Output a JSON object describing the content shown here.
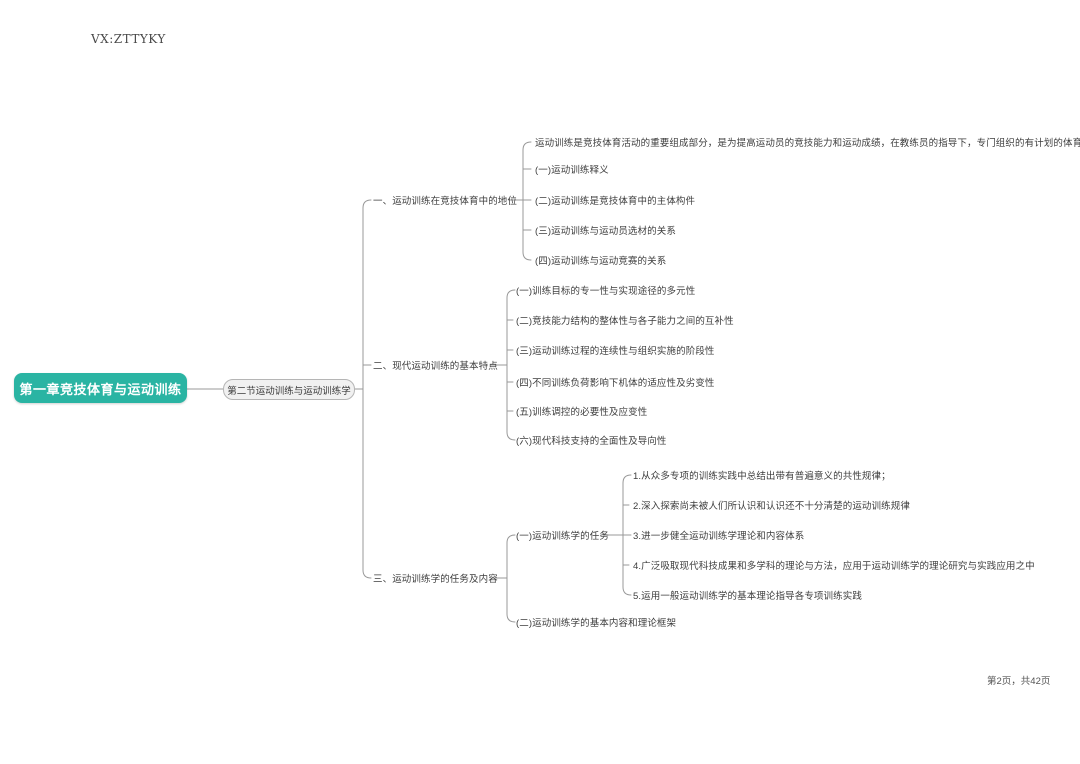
{
  "watermark": "VX:ZTTYKY",
  "footer": {
    "page_info": "第2页，共42页"
  },
  "colors": {
    "root_bg": "#2AB4A3",
    "root_text": "#FFFFFF",
    "section_bg": "#F1F1F1",
    "section_border": "#B5B5B5",
    "line": "#999999",
    "text": "#3D3D3D"
  },
  "root": {
    "label": "第一章竞技体育与运动训练"
  },
  "section": {
    "label": "第二节运动训练与运动训练学"
  },
  "branches": [
    {
      "label": "一、运动训练在竞技体育中的地位",
      "children": [
        "运动训练是竞技体育活动的重要组成部分，是为提高运动员的竞技能力和运动成绩，在教练员的指导下，专门组织的有计划的体育活动。",
        "(一)运动训练释义",
        "(二)运动训练是竞技体育中的主体构件",
        "(三)运动训练与运动员选材的关系",
        "(四)运动训练与运动竞赛的关系"
      ]
    },
    {
      "label": "二、现代运动训练的基本特点",
      "children": [
        "(一)训练目标的专一性与实现途径的多元性",
        "(二)竞技能力结构的整体性与各子能力之间的互补性",
        "(三)运动训练过程的连续性与组织实施的阶段性",
        "(四)不同训练负荷影响下机体的适应性及劣变性",
        "(五)训练调控的必要性及应变性",
        "(六)现代科技支持的全面性及导向性"
      ]
    },
    {
      "label": "三、运动训练学的任务及内容",
      "children": [
        {
          "label": "(一)运动训练学的任务",
          "children": [
            "1.从众多专项的训练实践中总结出带有普遍意义的共性规律；",
            "2.深入探索尚未被人们所认识和认识还不十分清楚的运动训练规律",
            "3.进一步健全运动训练学理论和内容体系",
            "4.广泛吸取现代科技成果和多学科的理论与方法，应用于运动训练学的理论研究与实践应用之中",
            "5.运用一般运动训练学的基本理论指导各专项训练实践"
          ]
        },
        {
          "label": "(二)运动训练学的基本内容和理论框架"
        }
      ]
    }
  ]
}
